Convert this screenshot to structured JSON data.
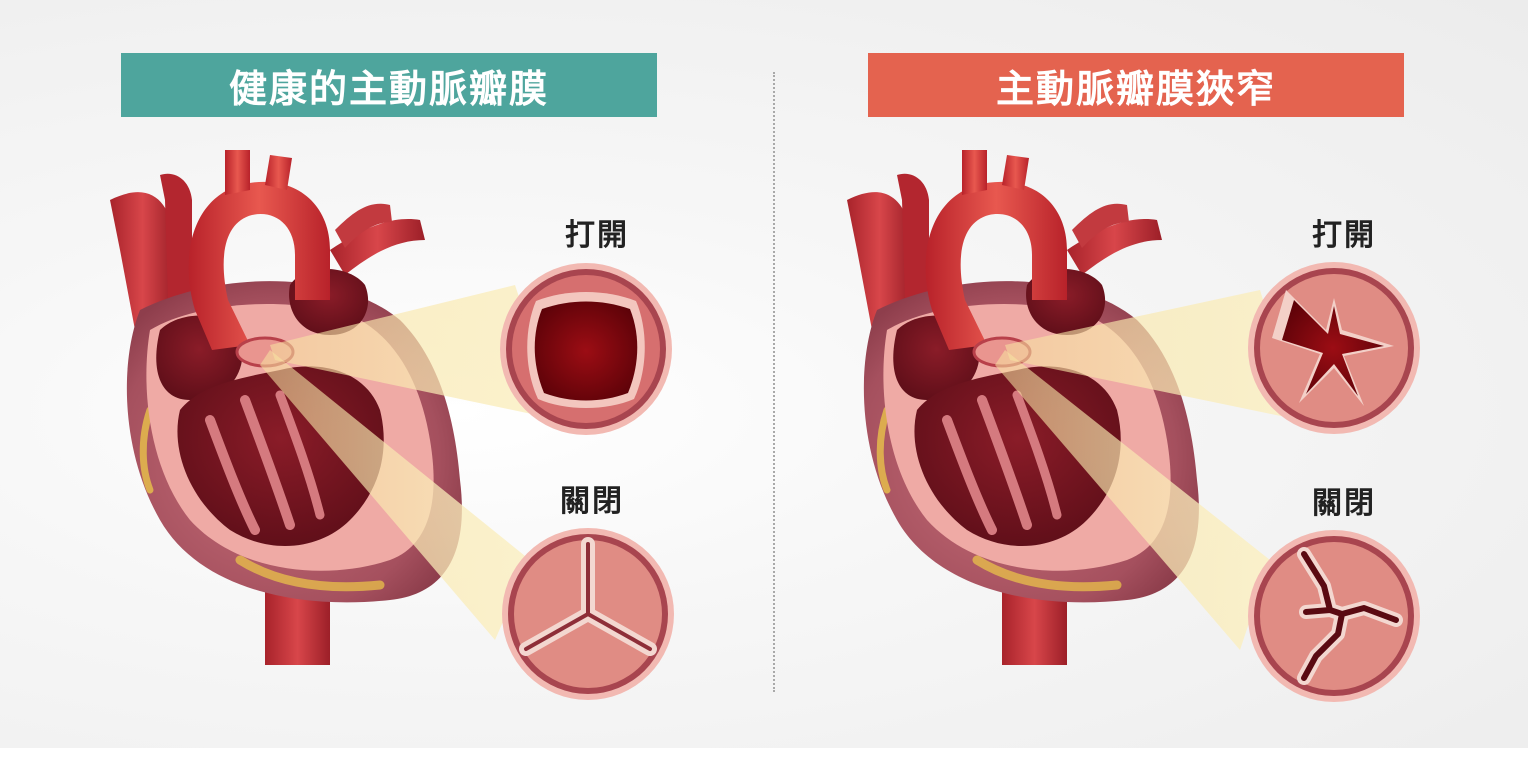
{
  "panels": {
    "healthy": {
      "title": "健康的主動脈瓣膜",
      "open_label": "打開",
      "closed_label": "關閉",
      "accent_color": "#4ea59d"
    },
    "stenosis": {
      "title": "主動脈瓣膜狹窄",
      "open_label": "打開",
      "closed_label": "關閉",
      "accent_color": "#e4634f"
    }
  },
  "icons": [
    "heart-illustration",
    "valve-open-icon",
    "valve-closed-icon"
  ]
}
